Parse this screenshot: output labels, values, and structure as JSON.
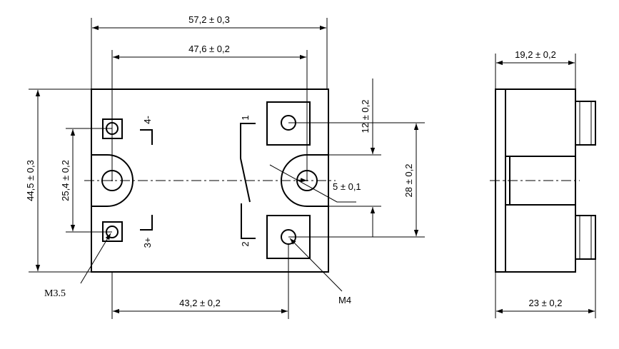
{
  "dimensions": {
    "overall_width": "57,2 ± 0,3",
    "hole_spacing": "47,6 ± 0,2",
    "bottom_span": "43,2 ± 0,2",
    "overall_height": "44,5 ± 0,3",
    "control_pitch": "25,4 ± 0,2",
    "terminal_offset": "12 ± 0,2",
    "terminal_pitch": "28 ± 0,2",
    "hole_radius": "5 ± 0,1",
    "side_top": "19,2 ± 0,2",
    "side_depth": "23 ± 0,2"
  },
  "callouts": {
    "control_screw": "M3.5",
    "load_screw": "M4"
  },
  "terminal_labels": {
    "t1": "1",
    "t2": "2",
    "t3": "3+",
    "t4": "4-"
  }
}
